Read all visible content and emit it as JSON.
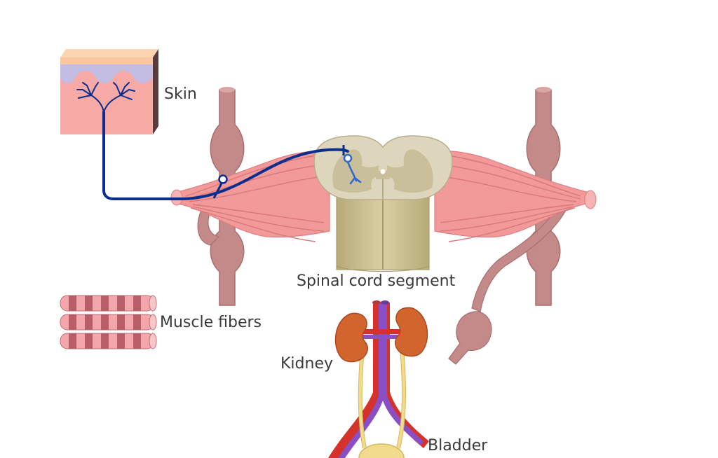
{
  "labels": {
    "skin": "Skin",
    "spinal_cord_segment": "Spinal cord segment",
    "muscle_fibers": "Muscle fibers",
    "kidney": "Kidney",
    "bladder": "Bladder"
  },
  "colors": {
    "nerve_trunk": "#c48a8a",
    "nerve_roots": "#f29a9a",
    "white_matter": "#ded6bc",
    "grey_matter": "#c9bf9b",
    "cord_body": "#cabf8f",
    "skin_pink": "#f7a9a6",
    "skin_purple": "#c3bde3",
    "skin_top": "#fbc7a0",
    "sensory_neuron": "#0b2e8c",
    "neuron_highlight": "#3d7ee0",
    "kidney": "#d2652e",
    "artery": "#d4322b",
    "vein": "#8a4fc4",
    "ureter": "#f2dc8c",
    "muscle_fiber": "#f3a7ac",
    "muscle_stripe": "#b85e67"
  },
  "icons": [
    "skin-block-icon",
    "spinal-cord-icon",
    "muscle-fiber-icon",
    "kidney-icon",
    "bladder-icon"
  ]
}
